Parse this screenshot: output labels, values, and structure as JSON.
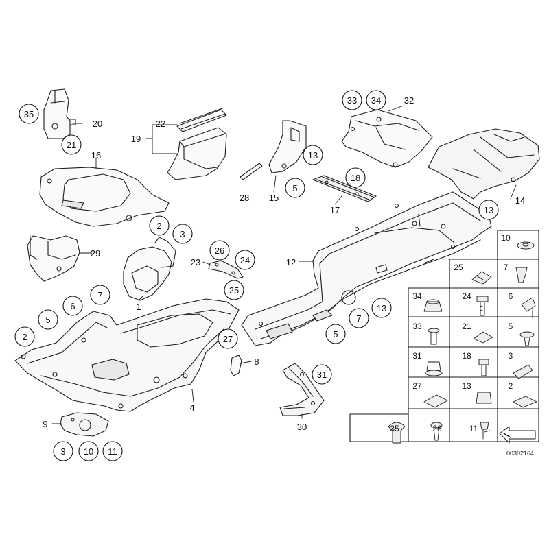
{
  "diagram": {
    "reference_code": "00302164",
    "callouts": [
      {
        "label": "35",
        "circled": true
      },
      {
        "label": "20",
        "circled": false
      },
      {
        "label": "21",
        "circled": true
      },
      {
        "label": "16",
        "circled": false
      },
      {
        "label": "22",
        "circled": false
      },
      {
        "label": "19",
        "circled": false
      },
      {
        "label": "33",
        "circled": true
      },
      {
        "label": "34",
        "circled": true
      },
      {
        "label": "32",
        "circled": false
      },
      {
        "label": "13",
        "circled": true
      },
      {
        "label": "28",
        "circled": false
      },
      {
        "label": "15",
        "circled": false
      },
      {
        "label": "5",
        "circled": true
      },
      {
        "label": "18",
        "circled": true
      },
      {
        "label": "17",
        "circled": false
      },
      {
        "label": "13",
        "circled": true
      },
      {
        "label": "14",
        "circled": false
      },
      {
        "label": "2",
        "circled": true
      },
      {
        "label": "3",
        "circled": true
      },
      {
        "label": "29",
        "circled": false
      },
      {
        "label": "26",
        "circled": true
      },
      {
        "label": "23",
        "circled": false
      },
      {
        "label": "24",
        "circled": true
      },
      {
        "label": "25",
        "circled": true
      },
      {
        "label": "12",
        "circled": false
      },
      {
        "label": "1",
        "circled": false
      },
      {
        "label": "7",
        "circled": true
      },
      {
        "label": "6",
        "circled": true
      },
      {
        "label": "5",
        "circled": true
      },
      {
        "label": "2",
        "circled": true
      },
      {
        "label": "13",
        "circled": true
      },
      {
        "label": "7",
        "circled": true
      },
      {
        "label": "27",
        "circled": true
      },
      {
        "label": "5",
        "circled": true
      },
      {
        "label": "8",
        "circled": false
      },
      {
        "label": "31",
        "circled": true
      },
      {
        "label": "4",
        "circled": false
      },
      {
        "label": "9",
        "circled": false
      },
      {
        "label": "30",
        "circled": false
      },
      {
        "label": "3",
        "circled": true
      },
      {
        "label": "10",
        "circled": true
      },
      {
        "label": "11",
        "circled": true
      }
    ],
    "legend_cells": [
      "10",
      "25",
      "7",
      "34",
      "24",
      "6",
      "33",
      "21",
      "5",
      "31",
      "18",
      "3",
      "27",
      "13",
      "2",
      "35",
      "26",
      "11"
    ]
  }
}
